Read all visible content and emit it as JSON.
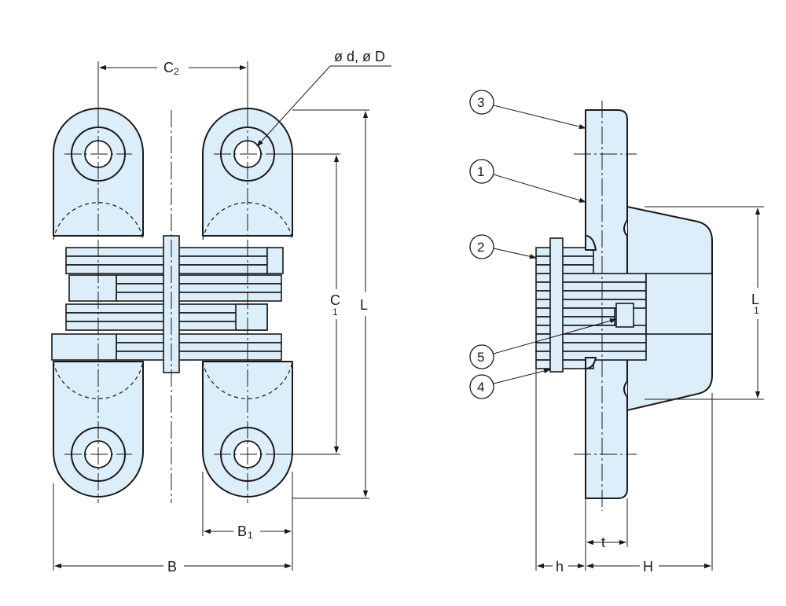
{
  "dimensions": {
    "C2": {
      "main": "C",
      "sub": "2"
    },
    "B1": {
      "main": "B",
      "sub": "1"
    },
    "B": {
      "main": "B",
      "sub": ""
    },
    "C1": {
      "main": "C",
      "sub": "1"
    },
    "L": {
      "main": "L",
      "sub": ""
    },
    "L1": {
      "main": "L",
      "sub": "1"
    },
    "t": {
      "main": "t",
      "sub": ""
    },
    "h": {
      "main": "h",
      "sub": ""
    },
    "H": {
      "main": "H",
      "sub": ""
    },
    "holes": "ø d, ø D"
  },
  "callouts": [
    "3",
    "1",
    "2",
    "5",
    "4"
  ],
  "colors": {
    "fill": "#dceefa",
    "stroke": "#1a1a1a"
  }
}
